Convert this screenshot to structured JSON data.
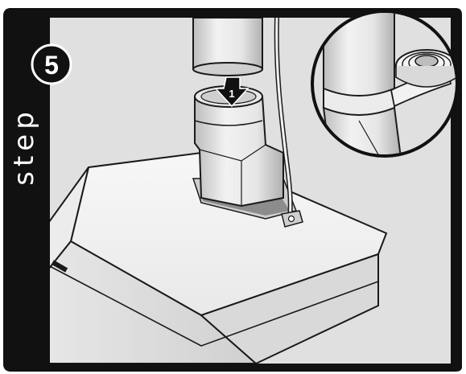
{
  "step": {
    "word": "step",
    "number": "5"
  },
  "callout": {
    "number": "1"
  },
  "colors": {
    "panel_bg": "#e0e0e0",
    "frame": "#111111",
    "sidebar": "#111111",
    "metal_light": "#f4f4f4",
    "metal_mid": "#d4d4d4",
    "metal_dark": "#a9a9a9",
    "outline": "#1a1a1a"
  }
}
